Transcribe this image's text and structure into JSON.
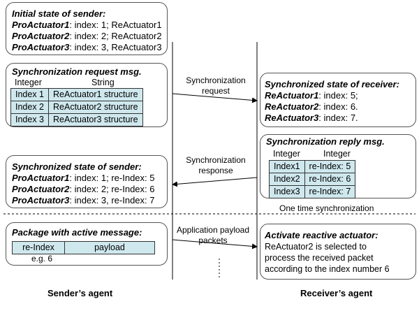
{
  "sender_initial": {
    "title": "Initial state of sender:",
    "lines": [
      {
        "name": "ProActuator1",
        "text": ": index: 1; ReActuator1"
      },
      {
        "name": "ProActuator2",
        "text": ": index: 2; ReActuator2"
      },
      {
        "name": "ProActuator3",
        "text": ": index: 3, ReActuator3"
      }
    ]
  },
  "sync_request_msg": {
    "title": "Synchronization request msg.",
    "col1": "Integer",
    "col2": "String",
    "rows": [
      {
        "index": "Index 1",
        "value": "ReActuator1 structure"
      },
      {
        "index": "Index 2",
        "value": "ReActuator2 structure"
      },
      {
        "index": "Index 3",
        "value": "ReActuator3 structure"
      }
    ]
  },
  "receiver_synced": {
    "title": "Synchronized state of receiver:",
    "lines": [
      {
        "name": "ReActuator1",
        "text": ": index: 5;"
      },
      {
        "name": "ReActuator2",
        "text": ": index: 6."
      },
      {
        "name": "ReActuator3",
        "text": ": index: 7."
      }
    ]
  },
  "sync_reply_msg": {
    "title": "Synchronization reply msg.",
    "col1": "Integer",
    "col2": "Integer",
    "rows": [
      {
        "index": "Index1",
        "value": "re-Index: 5"
      },
      {
        "index": "Index2",
        "value": "re-Index: 6"
      },
      {
        "index": "Index3",
        "value": "re-Index: 7"
      }
    ]
  },
  "sender_synced": {
    "title": "Synchronized state of sender:",
    "lines": [
      {
        "name": "ProActuator1",
        "text": ": index: 1; re-Index: 5"
      },
      {
        "name": "ProActuator2",
        "text": ": index: 2; re-Index: 6"
      },
      {
        "name": "ProActuator3",
        "text": ": index: 3, re-Index: 7"
      }
    ]
  },
  "package": {
    "title": "Package with active message:",
    "cell1": "re-Index",
    "cell2": "payload",
    "example": "e.g. 6"
  },
  "activate": {
    "title": "Activate reactive actuator:",
    "lines": [
      "ReActuator2 is selected to",
      "process the received packet",
      "according to the index number 6"
    ]
  },
  "arrows": {
    "sync_request": [
      "Synchronization",
      "request"
    ],
    "sync_response": [
      "Synchronization",
      "response"
    ],
    "app_payload": [
      "Application payload",
      "packets"
    ]
  },
  "one_time_sync": "One time synchronization",
  "sender_agent": "Sender’s agent",
  "receiver_agent": "Receiver’s agent"
}
